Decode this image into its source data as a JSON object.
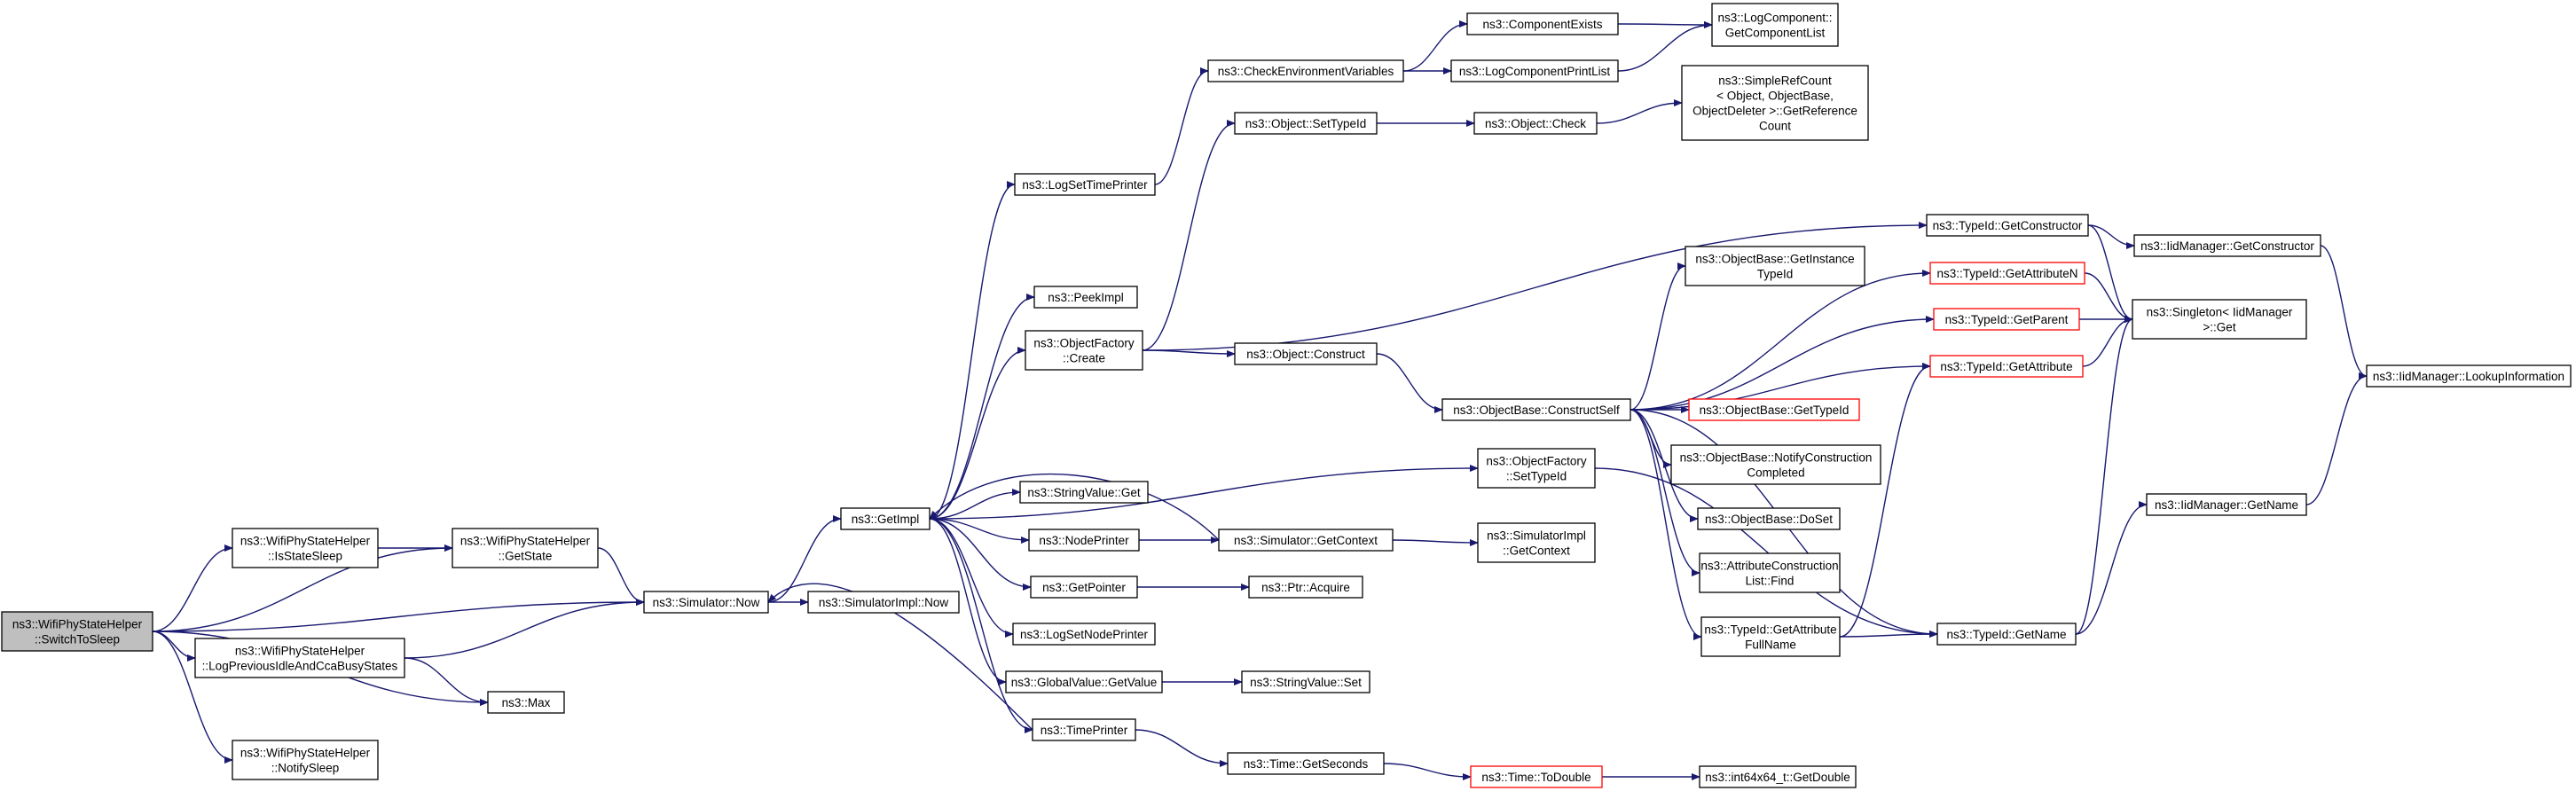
{
  "colors": {
    "edge": "#191970",
    "node_border": "#000000",
    "truncated_border": "#ff0000",
    "root_fill": "#bfbfbf"
  },
  "nodes": [
    {
      "id": "switch",
      "lines": [
        "ns3::WifiPhyStateHelper",
        "::SwitchToSleep"
      ],
      "root": true
    },
    {
      "id": "isstatesleep",
      "lines": [
        "ns3::WifiPhyStateHelper",
        "::IsStateSleep"
      ]
    },
    {
      "id": "getstate",
      "lines": [
        "ns3::WifiPhyStateHelper",
        "::GetState"
      ]
    },
    {
      "id": "logprev",
      "lines": [
        "ns3::WifiPhyStateHelper",
        "::LogPreviousIdleAndCcaBusyStates"
      ]
    },
    {
      "id": "notifysleep",
      "lines": [
        "ns3::WifiPhyStateHelper",
        "::NotifySleep"
      ]
    },
    {
      "id": "max",
      "lines": [
        "ns3::Max"
      ]
    },
    {
      "id": "simnow",
      "lines": [
        "ns3::Simulator::Now"
      ]
    },
    {
      "id": "simimplnow",
      "lines": [
        "ns3::SimulatorImpl::Now"
      ]
    },
    {
      "id": "getimpl",
      "lines": [
        "ns3::GetImpl"
      ]
    },
    {
      "id": "logsettime",
      "lines": [
        "ns3::LogSetTimePrinter"
      ]
    },
    {
      "id": "peekimpl",
      "lines": [
        "ns3::PeekImpl"
      ]
    },
    {
      "id": "objfactcreate",
      "lines": [
        "ns3::ObjectFactory",
        "::Create"
      ]
    },
    {
      "id": "stringvalueget",
      "lines": [
        "ns3::StringValue::Get"
      ]
    },
    {
      "id": "nodeprinter",
      "lines": [
        "ns3::NodePrinter"
      ]
    },
    {
      "id": "getpointer",
      "lines": [
        "ns3::GetPointer"
      ]
    },
    {
      "id": "logsetnode",
      "lines": [
        "ns3::LogSetNodePrinter"
      ]
    },
    {
      "id": "globalvalue",
      "lines": [
        "ns3::GlobalValue::GetValue"
      ]
    },
    {
      "id": "timeprinter",
      "lines": [
        "ns3::TimePrinter"
      ]
    },
    {
      "id": "checkenv",
      "lines": [
        "ns3::CheckEnvironmentVariables"
      ]
    },
    {
      "id": "objsettypeid",
      "lines": [
        "ns3::Object::SetTypeId"
      ]
    },
    {
      "id": "objconstruct",
      "lines": [
        "ns3::Object::Construct"
      ]
    },
    {
      "id": "simgetcontext",
      "lines": [
        "ns3::Simulator::GetContext"
      ]
    },
    {
      "id": "ptracquire",
      "lines": [
        "ns3::Ptr::Acquire"
      ]
    },
    {
      "id": "stringvalueset",
      "lines": [
        "ns3::StringValue::Set"
      ]
    },
    {
      "id": "timegetseconds",
      "lines": [
        "ns3::Time::GetSeconds"
      ]
    },
    {
      "id": "componentexists",
      "lines": [
        "ns3::ComponentExists"
      ]
    },
    {
      "id": "logcompprintlist",
      "lines": [
        "ns3::LogComponentPrintList"
      ]
    },
    {
      "id": "objcheck",
      "lines": [
        "ns3::Object::Check"
      ]
    },
    {
      "id": "objbaseconstructself",
      "lines": [
        "ns3::ObjectBase::ConstructSelf"
      ]
    },
    {
      "id": "objfactsettypeid",
      "lines": [
        "ns3::ObjectFactory",
        "::SetTypeId"
      ]
    },
    {
      "id": "simimplgetcontext",
      "lines": [
        "ns3::SimulatorImpl",
        "::GetContext"
      ]
    },
    {
      "id": "timetodouble",
      "lines": [
        "ns3::Time::ToDouble"
      ],
      "truncated": true
    },
    {
      "id": "logcompgetlist",
      "lines": [
        "ns3::LogComponent::",
        "GetComponentList"
      ]
    },
    {
      "id": "simplerefcount",
      "lines": [
        "ns3::SimpleRefCount",
        "< Object, ObjectBase,",
        "ObjectDeleter >::GetReference",
        "Count"
      ]
    },
    {
      "id": "objbasegetinstance",
      "lines": [
        "ns3::ObjectBase::GetInstance",
        "TypeId"
      ]
    },
    {
      "id": "objbasegettypeid",
      "lines": [
        "ns3::ObjectBase::GetTypeId"
      ],
      "truncated": true
    },
    {
      "id": "objbasenotify",
      "lines": [
        "ns3::ObjectBase::NotifyConstruction",
        "Completed"
      ]
    },
    {
      "id": "objbasedoset",
      "lines": [
        "ns3::ObjectBase::DoSet"
      ]
    },
    {
      "id": "attrconstfind",
      "lines": [
        "ns3::AttributeConstruction",
        "List::Find"
      ]
    },
    {
      "id": "typeidgetattrfull",
      "lines": [
        "ns3::TypeId::GetAttribute",
        "FullName"
      ]
    },
    {
      "id": "int64getdouble",
      "lines": [
        "ns3::int64x64_t::GetDouble"
      ]
    },
    {
      "id": "typeidgetconstructor",
      "lines": [
        "ns3::TypeId::GetConstructor"
      ]
    },
    {
      "id": "typeidgetattrn",
      "lines": [
        "ns3::TypeId::GetAttributeN"
      ],
      "truncated": true
    },
    {
      "id": "typeidgetparent",
      "lines": [
        "ns3::TypeId::GetParent"
      ],
      "truncated": true
    },
    {
      "id": "typeidgetattribute",
      "lines": [
        "ns3::TypeId::GetAttribute"
      ],
      "truncated": true
    },
    {
      "id": "typeidgetname",
      "lines": [
        "ns3::TypeId::GetName"
      ]
    },
    {
      "id": "iidgetconstructor",
      "lines": [
        "ns3::IidManager::GetConstructor"
      ]
    },
    {
      "id": "singletonget",
      "lines": [
        "ns3::Singleton< IidManager",
        ">::Get"
      ]
    },
    {
      "id": "iidgetname",
      "lines": [
        "ns3::IidManager::GetName"
      ]
    },
    {
      "id": "iidlookup",
      "lines": [
        "ns3::IidManager::LookupInformation"
      ]
    }
  ],
  "edges": [
    [
      "switch",
      "isstatesleep"
    ],
    [
      "switch",
      "getstate"
    ],
    [
      "switch",
      "simnow"
    ],
    [
      "switch",
      "logprev"
    ],
    [
      "switch",
      "max"
    ],
    [
      "switch",
      "notifysleep"
    ],
    [
      "isstatesleep",
      "getstate"
    ],
    [
      "getstate",
      "simnow"
    ],
    [
      "logprev",
      "simnow"
    ],
    [
      "logprev",
      "max"
    ],
    [
      "simnow",
      "getimpl"
    ],
    [
      "simnow",
      "simimplnow"
    ],
    [
      "getimpl",
      "logsettime"
    ],
    [
      "getimpl",
      "peekimpl"
    ],
    [
      "getimpl",
      "objfactcreate"
    ],
    [
      "getimpl",
      "objfactsettypeid"
    ],
    [
      "getimpl",
      "stringvalueget"
    ],
    [
      "getimpl",
      "nodeprinter"
    ],
    [
      "getimpl",
      "getpointer"
    ],
    [
      "getimpl",
      "logsetnode"
    ],
    [
      "getimpl",
      "globalvalue"
    ],
    [
      "getimpl",
      "timeprinter"
    ],
    [
      "logsettime",
      "checkenv"
    ],
    [
      "checkenv",
      "componentexists"
    ],
    [
      "checkenv",
      "logcompprintlist"
    ],
    [
      "componentexists",
      "logcompgetlist"
    ],
    [
      "logcompprintlist",
      "logcompgetlist"
    ],
    [
      "objfactcreate",
      "objsettypeid"
    ],
    [
      "objfactcreate",
      "objconstruct"
    ],
    [
      "objfactcreate",
      "typeidgetconstructor"
    ],
    [
      "objsettypeid",
      "objcheck"
    ],
    [
      "objcheck",
      "simplerefcount"
    ],
    [
      "objconstruct",
      "objbaseconstructself"
    ],
    [
      "objbaseconstructself",
      "objbasegetinstance"
    ],
    [
      "objbaseconstructself",
      "typeidgetattrn"
    ],
    [
      "objbaseconstructself",
      "typeidgetparent"
    ],
    [
      "objbaseconstructself",
      "typeidgetattribute"
    ],
    [
      "objbaseconstructself",
      "objbasegettypeid"
    ],
    [
      "objbaseconstructself",
      "objbasenotify"
    ],
    [
      "objbaseconstructself",
      "objbasedoset"
    ],
    [
      "objbaseconstructself",
      "attrconstfind"
    ],
    [
      "objbaseconstructself",
      "typeidgetattrfull"
    ],
    [
      "objbaseconstructself",
      "typeidgetname"
    ],
    [
      "typeidgetattrfull",
      "typeidgetattribute"
    ],
    [
      "typeidgetattrfull",
      "typeidgetname"
    ],
    [
      "objfactsettypeid",
      "typeidgetname"
    ],
    [
      "nodeprinter",
      "simgetcontext"
    ],
    [
      "simgetcontext",
      "getimpl"
    ],
    [
      "simgetcontext",
      "simimplgetcontext"
    ],
    [
      "getpointer",
      "ptracquire"
    ],
    [
      "globalvalue",
      "stringvalueset"
    ],
    [
      "timeprinter",
      "simnow"
    ],
    [
      "timeprinter",
      "timegetseconds"
    ],
    [
      "timegetseconds",
      "timetodouble"
    ],
    [
      "timetodouble",
      "int64getdouble"
    ],
    [
      "typeidgetconstructor",
      "iidgetconstructor"
    ],
    [
      "typeidgetconstructor",
      "singletonget"
    ],
    [
      "typeidgetattrn",
      "singletonget"
    ],
    [
      "typeidgetparent",
      "singletonget"
    ],
    [
      "typeidgetattribute",
      "singletonget"
    ],
    [
      "iidgetconstructor",
      "iidlookup"
    ],
    [
      "typeidgetname",
      "singletonget"
    ],
    [
      "typeidgetname",
      "iidgetname"
    ],
    [
      "iidgetname",
      "iidlookup"
    ]
  ]
}
